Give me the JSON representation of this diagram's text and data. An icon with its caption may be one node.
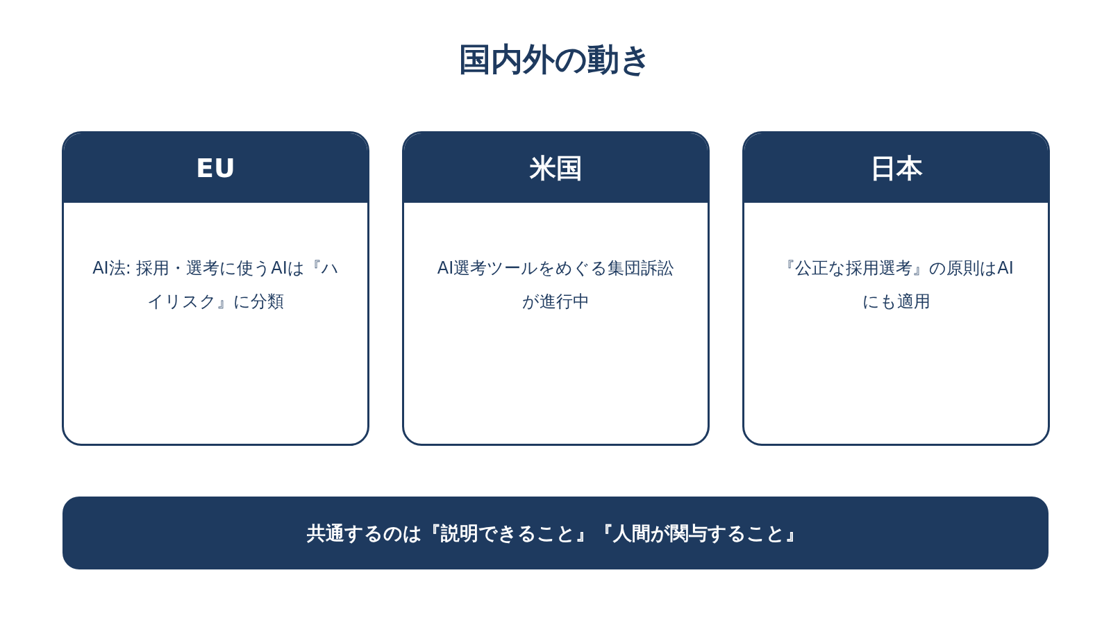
{
  "diagram": {
    "title": "国内外の動き",
    "nodes": [
      {
        "text": [
          "EU",
          "AI法: 採用・選考に使うAIは『ハイリスク』に分類"
        ]
      },
      {
        "text": [
          "米国",
          "AI選考ツールをめぐる集団訴訟が進行中"
        ]
      },
      {
        "text": [
          "日本",
          "『公正な採用選考』の原則はAIにも適用"
        ]
      },
      {
        "text": [
          "共通するのは『説明できること』『人間が関与すること』"
        ]
      }
    ],
    "edges": []
  }
}
